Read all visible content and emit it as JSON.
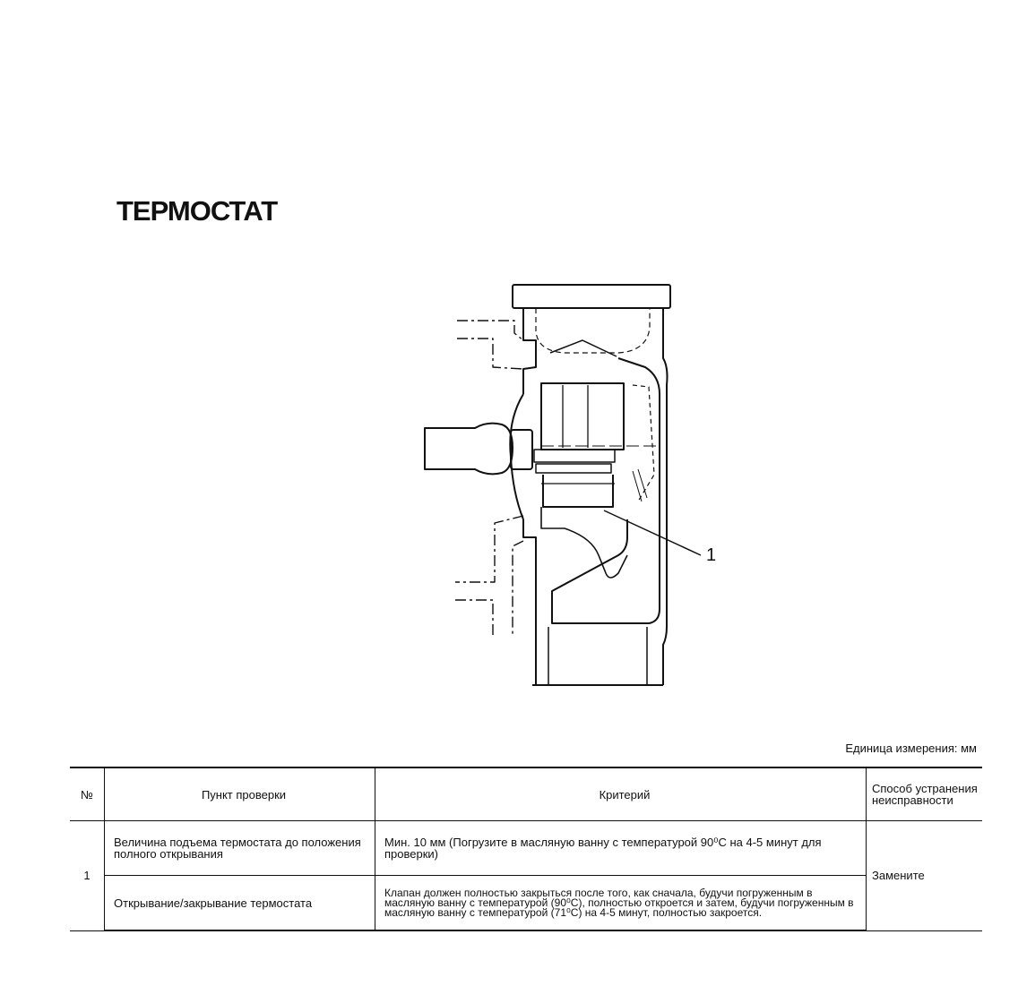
{
  "page": {
    "title": "ТЕРМОСТАТ",
    "unit_note": "Единица измерения: мм"
  },
  "diagram": {
    "callout_label": "1"
  },
  "table": {
    "headers": {
      "no": "№",
      "item": "Пункт проверки",
      "criteria": "Критерий",
      "remedy": "Способ устранения неисправности"
    },
    "rows": [
      {
        "no": "1",
        "item": "Величина подъема термостата до положения полного открывания",
        "criteria": "Мин. 10 мм (Погрузите в масляную ванну с температурой 90⁰С на 4-5 минут для проверки)",
        "remedy": "Замените"
      },
      {
        "item": "Открывание/закрывание термостата",
        "criteria": "Клапан должен полностью закрыться после того, как сначала, будучи погруженным в масляную ванну с температурой (90⁰С), полностью откроется и затем, будучи погруженным в масляную ванну с температурой (71⁰С)  на 4-5 минут, полностью  закроется."
      }
    ]
  }
}
